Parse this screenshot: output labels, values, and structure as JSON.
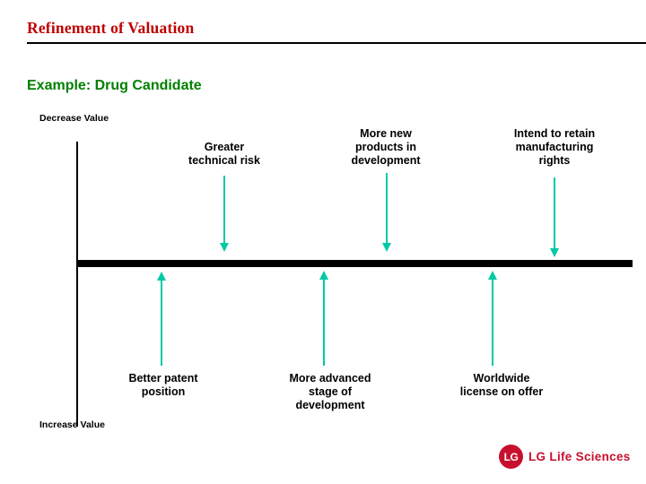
{
  "header": {
    "title": "Refinement of Valuation",
    "subtitle": "Example: Drug Candidate"
  },
  "axis": {
    "decrease_label": "Decrease Value",
    "increase_label": "Increase Value"
  },
  "diagram": {
    "type": "value-driver-axis",
    "above_items": [
      {
        "label": "Greater\ntechnical risk",
        "direction": "down"
      },
      {
        "label": "More new\nproducts in\ndevelopment",
        "direction": "down"
      },
      {
        "label": "Intend to retain\nmanufacturing\nrights",
        "direction": "down"
      }
    ],
    "below_items": [
      {
        "label": "Better patent\nposition",
        "direction": "up"
      },
      {
        "label": "More advanced\nstage of\ndevelopment",
        "direction": "up"
      },
      {
        "label": "Worldwide\nlicense on offer",
        "direction": "up"
      }
    ]
  },
  "logo": {
    "mark_text": "LG",
    "word": "LG Life Sciences"
  },
  "colors": {
    "title": "#c00000",
    "subtitle": "#008000",
    "arrow": "#00c9a7",
    "axis": "#000000",
    "logo": "#c8102e"
  }
}
